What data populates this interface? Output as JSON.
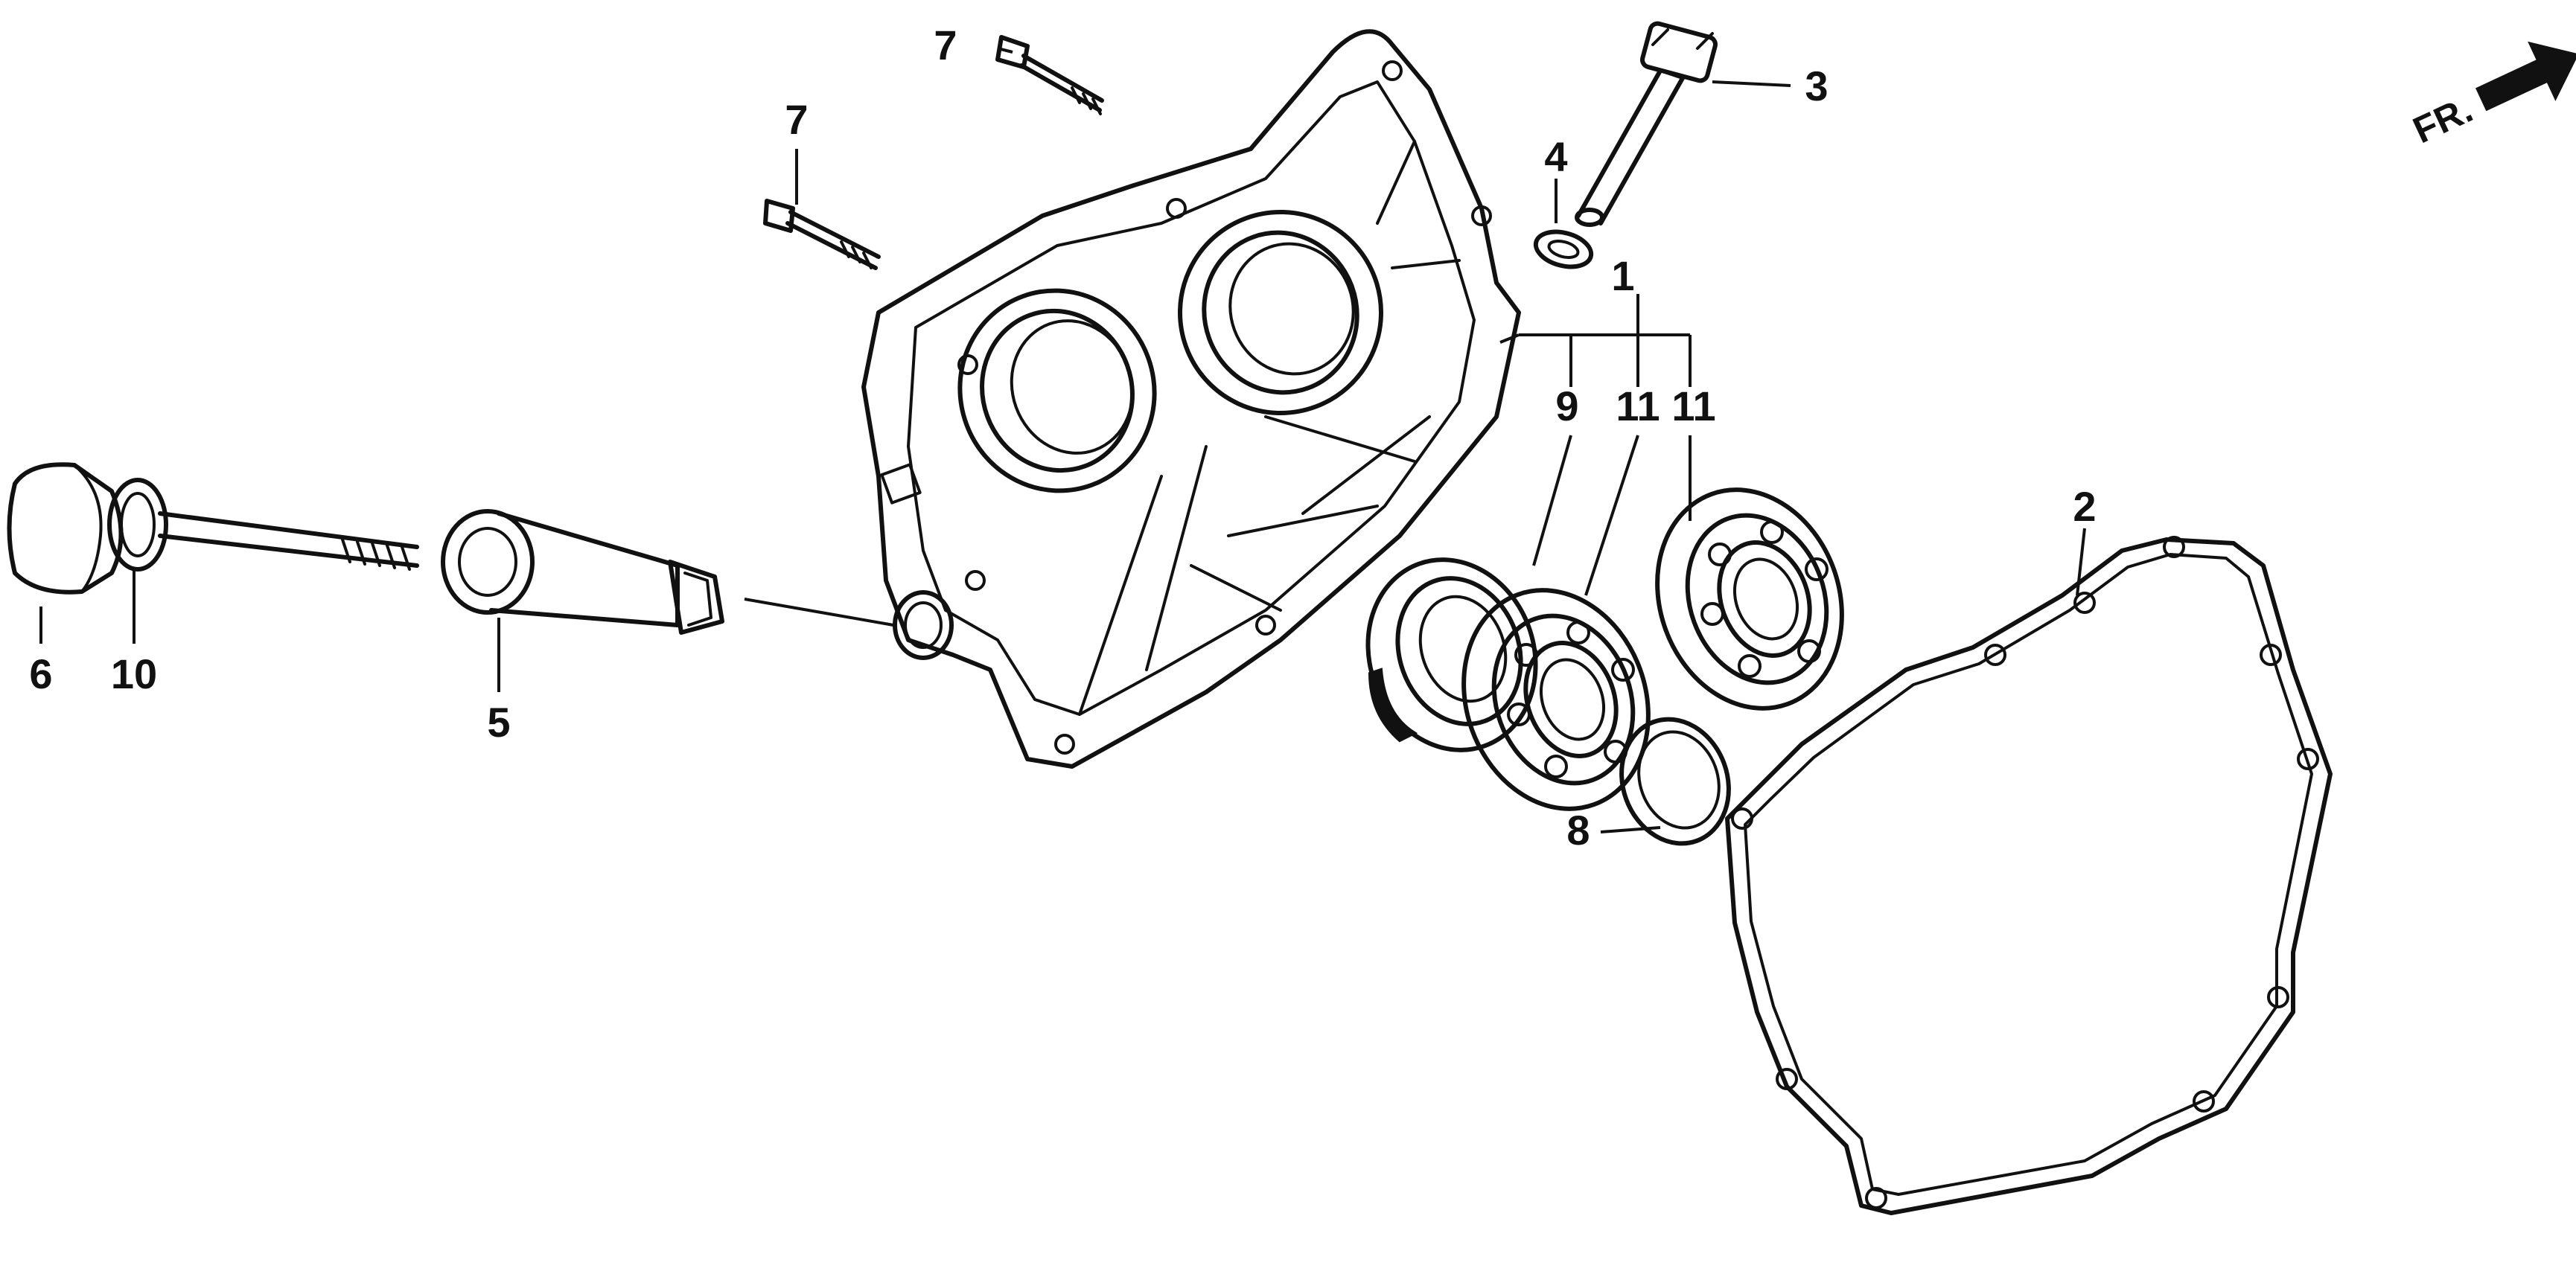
{
  "diagram": {
    "direction_marker": {
      "label": "FR.",
      "icon": "arrow-right-icon"
    },
    "callouts": [
      {
        "id": "c1",
        "label": "1"
      },
      {
        "id": "c2",
        "label": "2"
      },
      {
        "id": "c3",
        "label": "3"
      },
      {
        "id": "c4",
        "label": "4"
      },
      {
        "id": "c5",
        "label": "5"
      },
      {
        "id": "c6",
        "label": "6"
      },
      {
        "id": "c7a",
        "label": "7"
      },
      {
        "id": "c7b",
        "label": "7"
      },
      {
        "id": "c8",
        "label": "8"
      },
      {
        "id": "c9",
        "label": "9"
      },
      {
        "id": "c10",
        "label": "10"
      },
      {
        "id": "c11a",
        "label": "11"
      },
      {
        "id": "c11b",
        "label": "11"
      }
    ]
  }
}
